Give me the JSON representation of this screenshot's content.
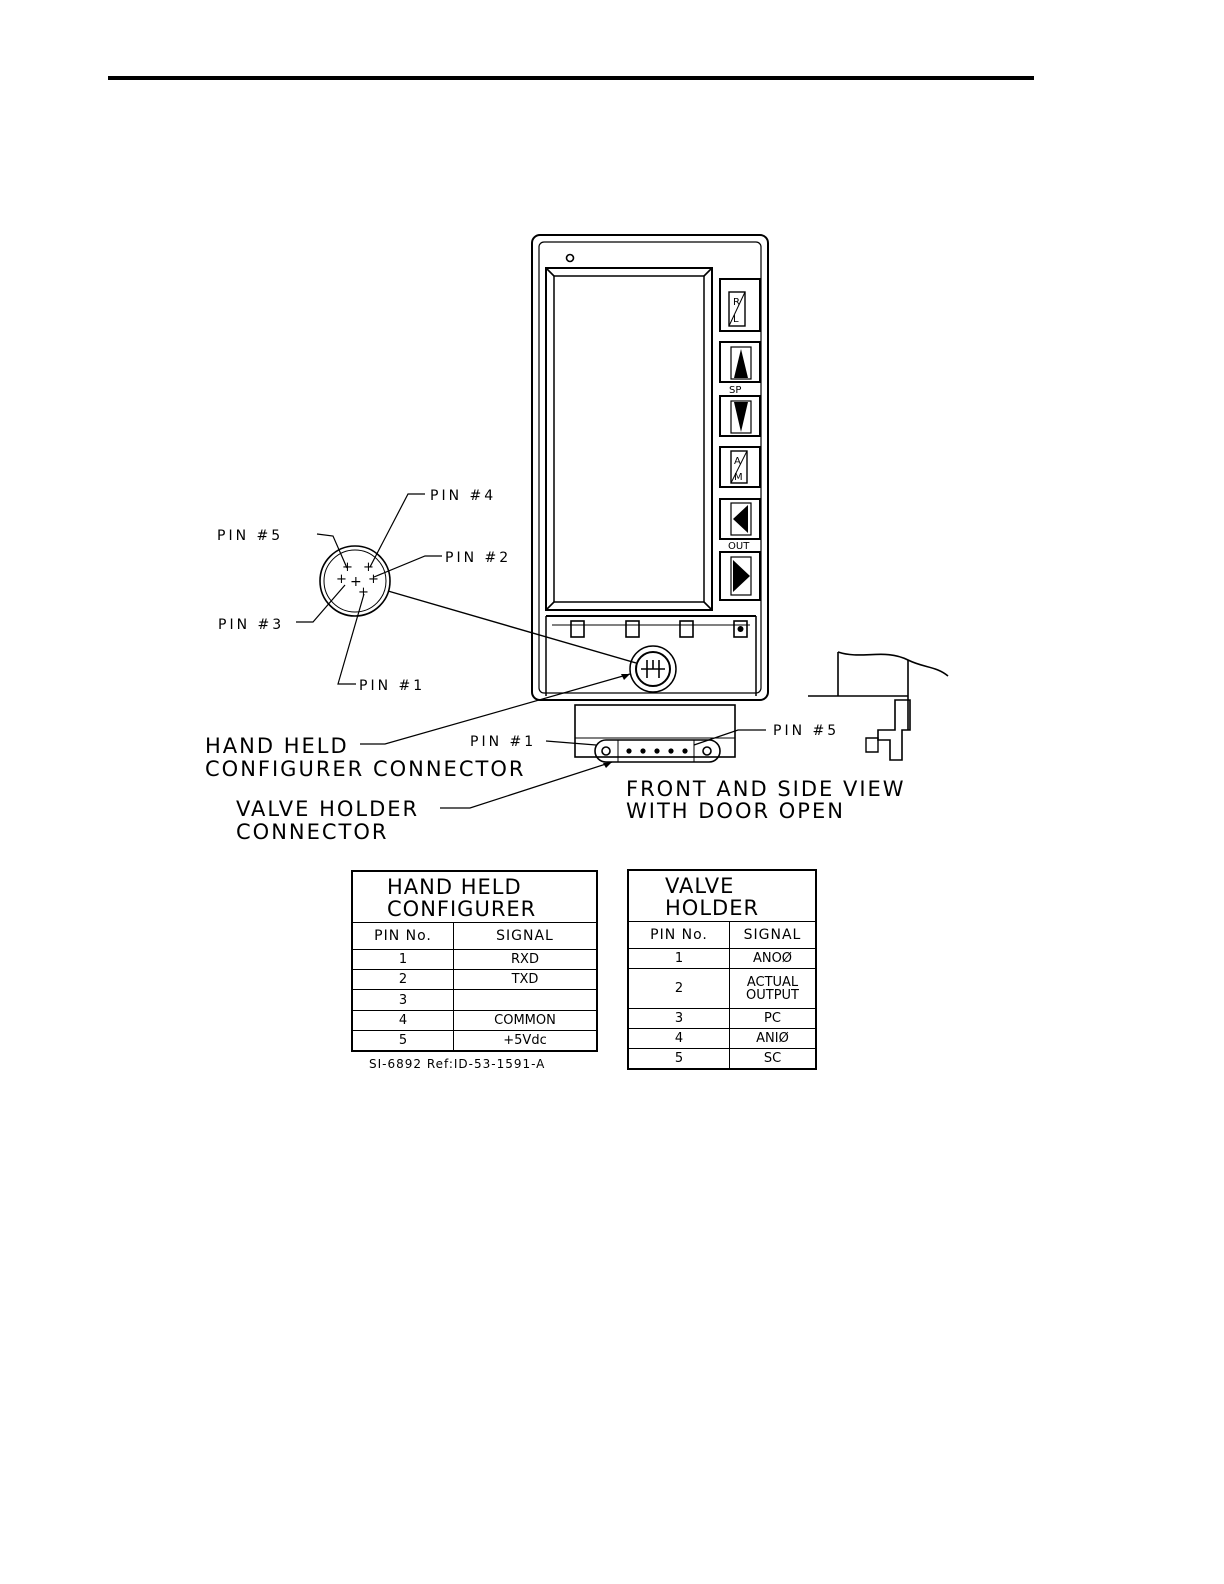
{
  "labels": {
    "pin4": "PIN #4",
    "pin5": "PIN #5",
    "pin2": "PIN #2",
    "pin3": "PIN #3",
    "pin1": "PIN #1",
    "pin1_bottom": "PIN #1",
    "pin5_bottom": "PIN #5",
    "hh_line1": "HAND HELD",
    "hh_line2": "CONFIGURER CONNECTOR",
    "vh_line1": "VALVE HOLDER",
    "vh_line2": "CONNECTOR",
    "view_line1": "FRONT AND SIDE VIEW",
    "view_line2": "WITH DOOR OPEN"
  },
  "buttons": {
    "rl_top": "R",
    "rl_bottom": "L",
    "sp": "SP",
    "am_top": "A",
    "am_bottom": "M",
    "out": "OUT"
  },
  "hand_held_table": {
    "title_line1": "HAND HELD",
    "title_line2": "CONFIGURER",
    "col_pin": "PIN No.",
    "col_signal": "SIGNAL",
    "rows": [
      {
        "pin": "1",
        "signal": "RXD"
      },
      {
        "pin": "2",
        "signal": "TXD"
      },
      {
        "pin": "3",
        "signal": ""
      },
      {
        "pin": "4",
        "signal": "COMMON"
      },
      {
        "pin": "5",
        "signal": "+5Vdc"
      }
    ]
  },
  "valve_holder_table": {
    "title_line1": "VALVE",
    "title_line2": "HOLDER",
    "col_pin": "PIN No.",
    "col_signal": "SIGNAL",
    "rows": [
      {
        "pin": "1",
        "signal": "ANOØ"
      },
      {
        "pin": "2",
        "signal": "ACTUAL OUTPUT"
      },
      {
        "pin": "3",
        "signal": "PC"
      },
      {
        "pin": "4",
        "signal": "ANIØ"
      },
      {
        "pin": "5",
        "signal": "SC"
      }
    ]
  },
  "reference": "SI-6892 Ref:ID-53-1591-A"
}
